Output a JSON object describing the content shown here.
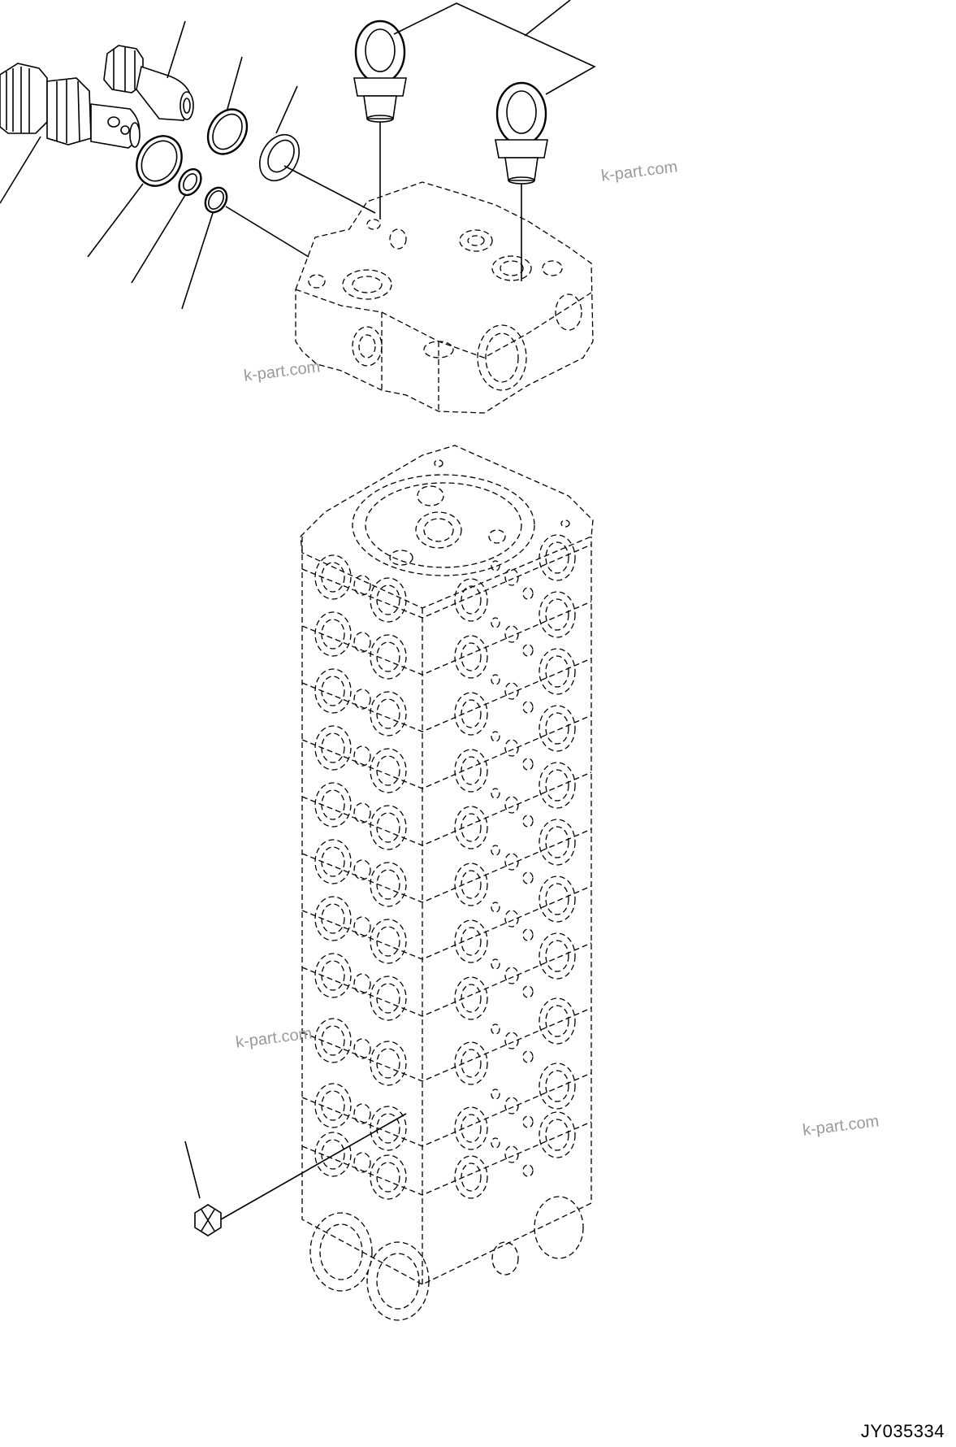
{
  "watermarks": [
    "k-part.com",
    "k-part.com",
    "k-part.com",
    "k-part.com"
  ],
  "drawing_code": "JY035334",
  "icons": {
    "relief_valve": "relief-valve-icon",
    "plug": "plug-icon",
    "o_ring": "o-ring-icon",
    "backup_ring": "backup-ring-icon",
    "eye_bolt": "eye-bolt-icon",
    "control_valve_stack": "control-valve-stack-icon",
    "end_cover": "end-cover-icon",
    "check_plug": "check-plug-icon"
  }
}
